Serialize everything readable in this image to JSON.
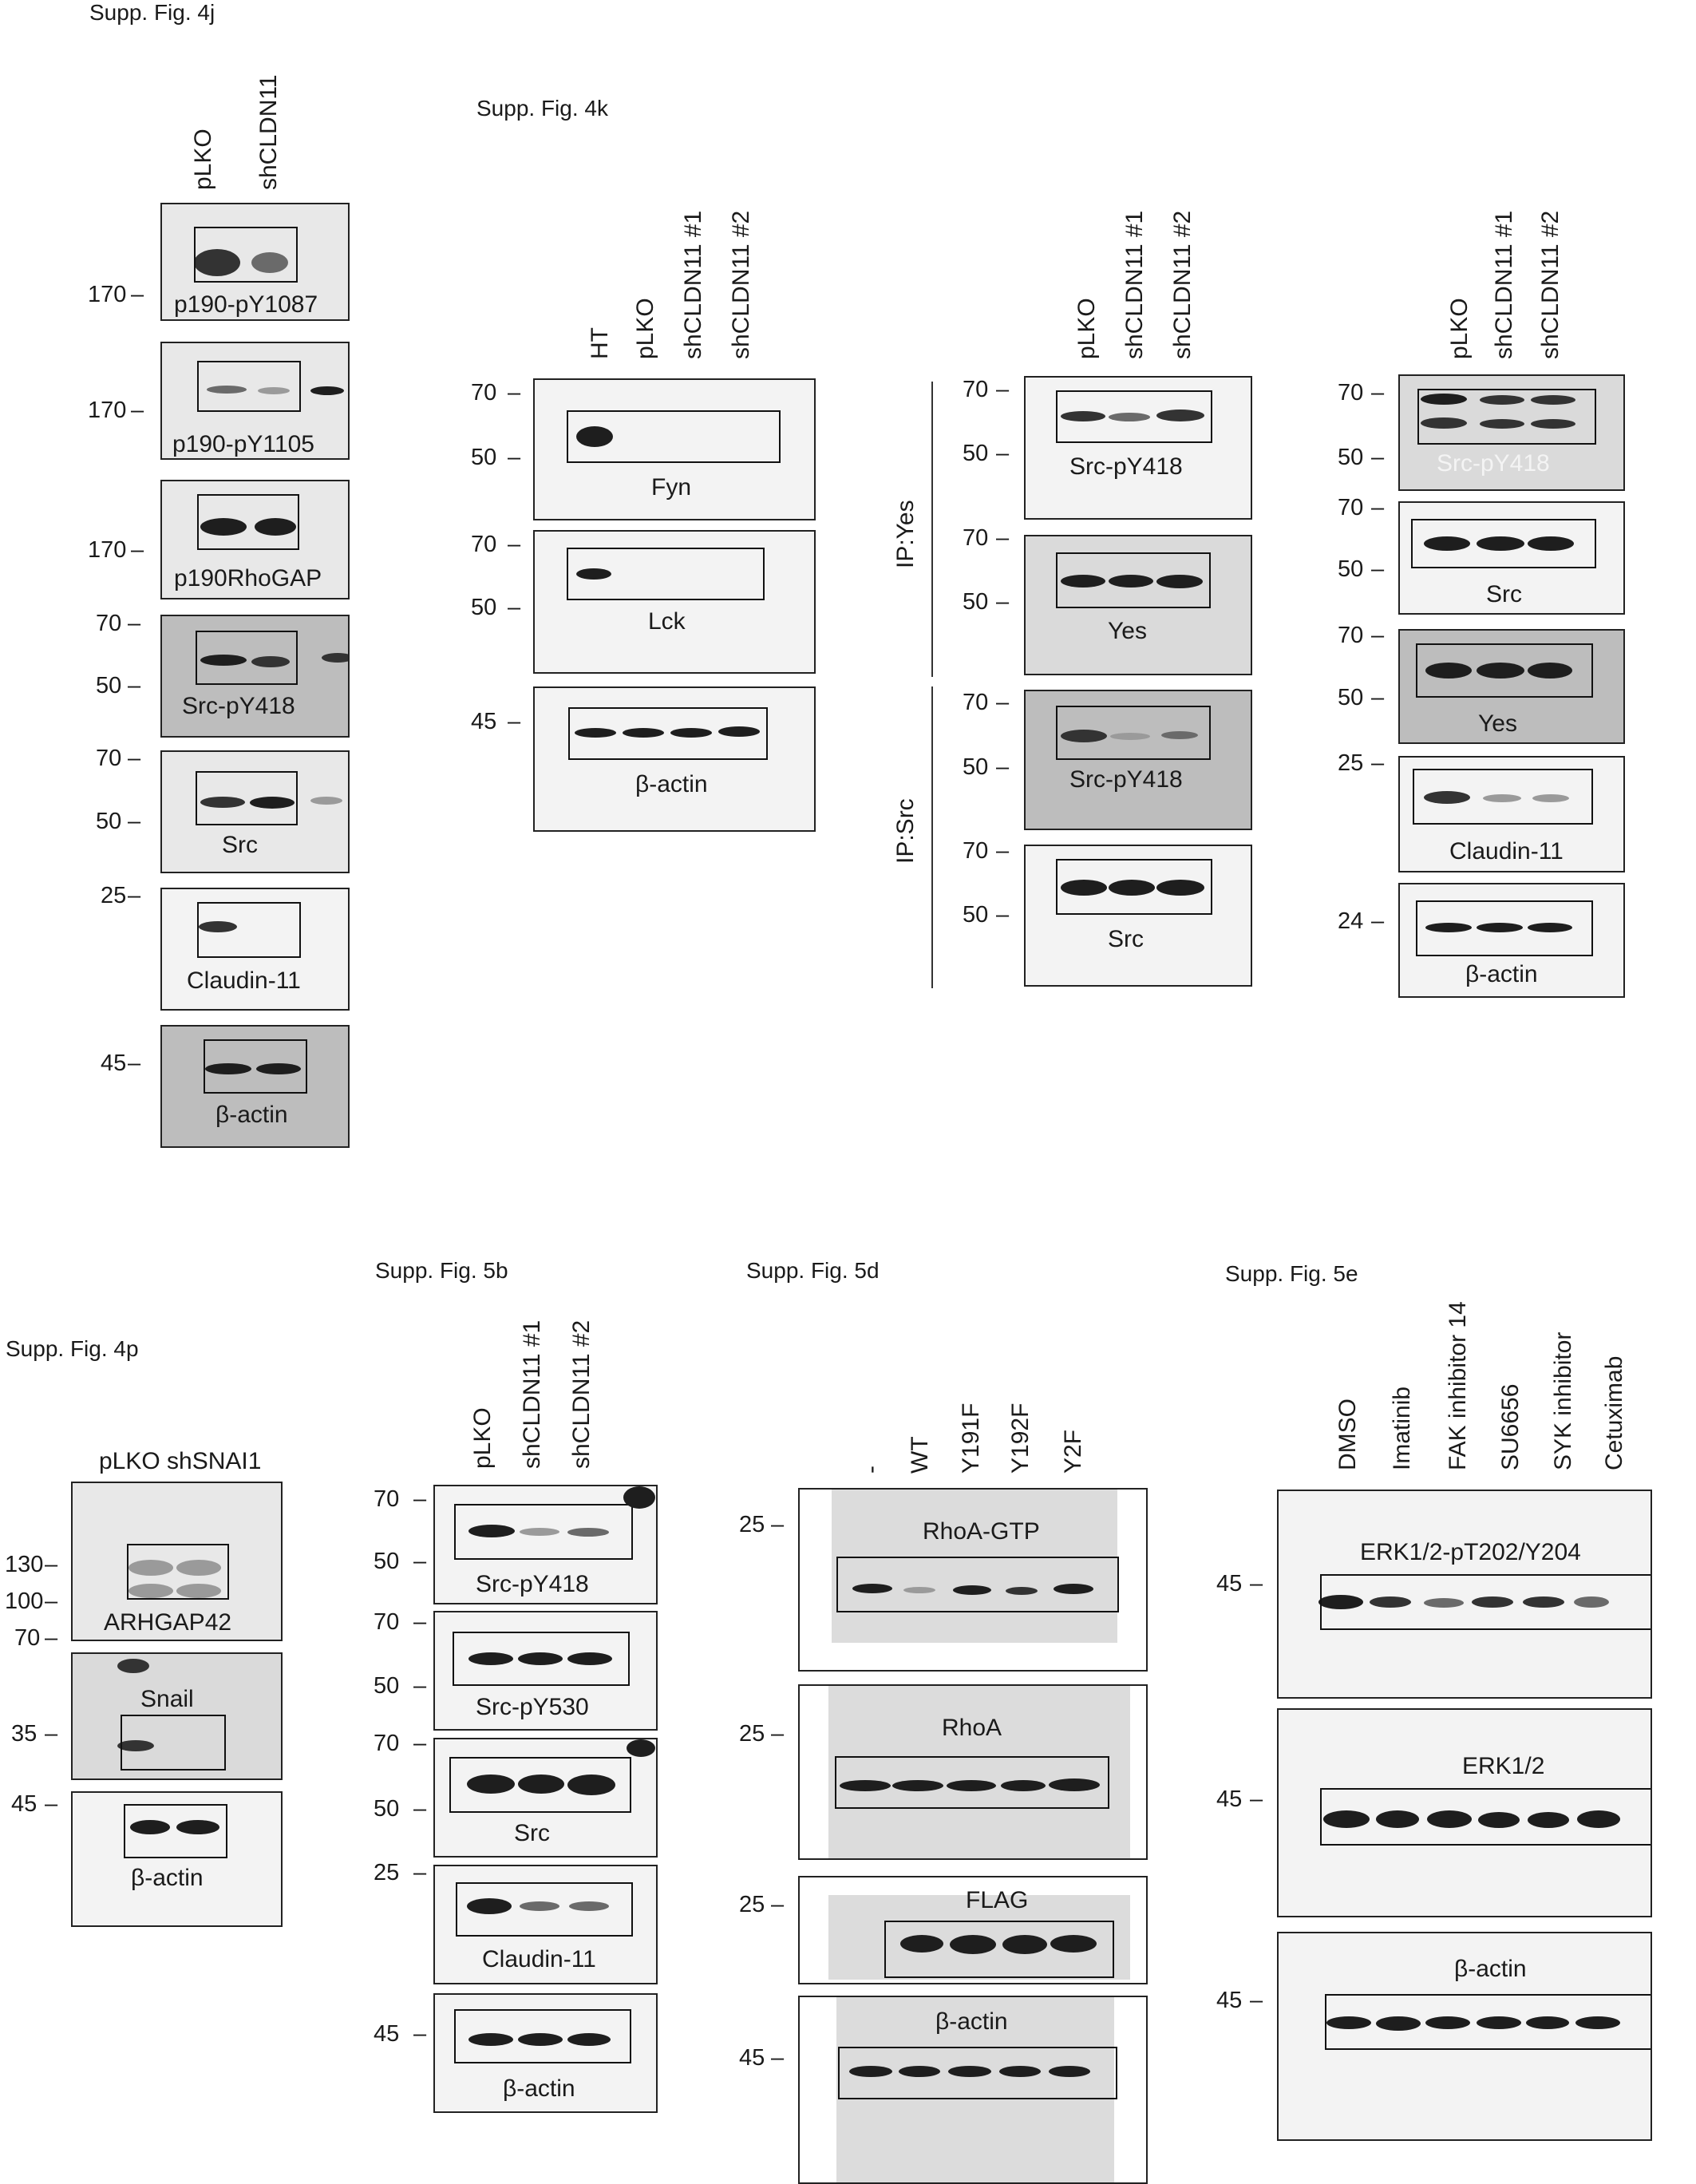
{
  "titles": {
    "fig4j": "Supp. Fig. 4j",
    "fig4k": "Supp. Fig. 4k",
    "fig4p": "Supp. Fig. 4p",
    "fig5b": "Supp. Fig. 5b",
    "fig5d": "Supp. Fig. 5d",
    "fig5e": "Supp. Fig. 5e"
  },
  "fig4j": {
    "lanes": [
      "pLKO",
      "shCLDN11"
    ],
    "blots": [
      "p190-pY1087",
      "p190-pY1105",
      "p190RhoGAP",
      "Src-pY418",
      "Src",
      "Claudin-11",
      "β-actin"
    ],
    "markers": [
      "170",
      "170",
      "170",
      "70",
      "50",
      "70",
      "50",
      "25",
      "45"
    ]
  },
  "fig4k_left": {
    "lanes": [
      "HT",
      "pLKO",
      "shCLDN11 #1",
      "shCLDN11 #2"
    ],
    "blots": [
      "Fyn",
      "Lck",
      "β-actin"
    ],
    "markers": [
      "70",
      "50",
      "70",
      "50",
      "45"
    ]
  },
  "fig4k_ip": {
    "lanes": [
      "pLKO",
      "shCLDN11 #1",
      "shCLDN11 #2"
    ],
    "group_labels": [
      "IP:Yes",
      "IP:Src"
    ],
    "blots": [
      "Src-pY418",
      "Yes",
      "Src-pY418",
      "Src"
    ],
    "markers": [
      "70",
      "50",
      "70",
      "50",
      "70",
      "50",
      "70",
      "50"
    ]
  },
  "fig4k_right": {
    "lanes": [
      "pLKO",
      "shCLDN11 #1",
      "shCLDN11 #2"
    ],
    "blots": [
      "Src-pY418",
      "Src",
      "Yes",
      "Claudin-11",
      "β-actin"
    ],
    "markers": [
      "70",
      "50",
      "70",
      "50",
      "70",
      "50",
      "25",
      "24"
    ]
  },
  "fig4p": {
    "lanes_label": "pLKO shSNAI1",
    "blots": [
      "ARHGAP42",
      "Snail",
      "β-actin"
    ],
    "markers": [
      "130",
      "100",
      "70",
      "35",
      "45"
    ]
  },
  "fig5b": {
    "lanes": [
      "pLKO",
      "shCLDN11 #1",
      "shCLDN11 #2"
    ],
    "blots": [
      "Src-pY418",
      "Src-pY530",
      "Src",
      "Claudin-11",
      "β-actin"
    ],
    "markers": [
      "70",
      "50",
      "70",
      "50",
      "70",
      "50",
      "25",
      "45"
    ]
  },
  "fig5d": {
    "lanes": [
      "-",
      "WT",
      "Y191F",
      "Y192F",
      "Y2F"
    ],
    "blots": [
      "RhoA-GTP",
      "RhoA",
      "FLAG",
      "β-actin"
    ],
    "markers": [
      "25",
      "25",
      "25",
      "45"
    ]
  },
  "fig5e": {
    "lanes": [
      "DMSO",
      "Imatinib",
      "FAK inhibitor 14",
      "SU6656",
      "SYK inhibitor",
      "Cetuximab"
    ],
    "blots": [
      "ERK1/2-pT202/Y204",
      "ERK1/2",
      "β-actin"
    ],
    "markers": [
      "45",
      "45",
      "45"
    ]
  }
}
